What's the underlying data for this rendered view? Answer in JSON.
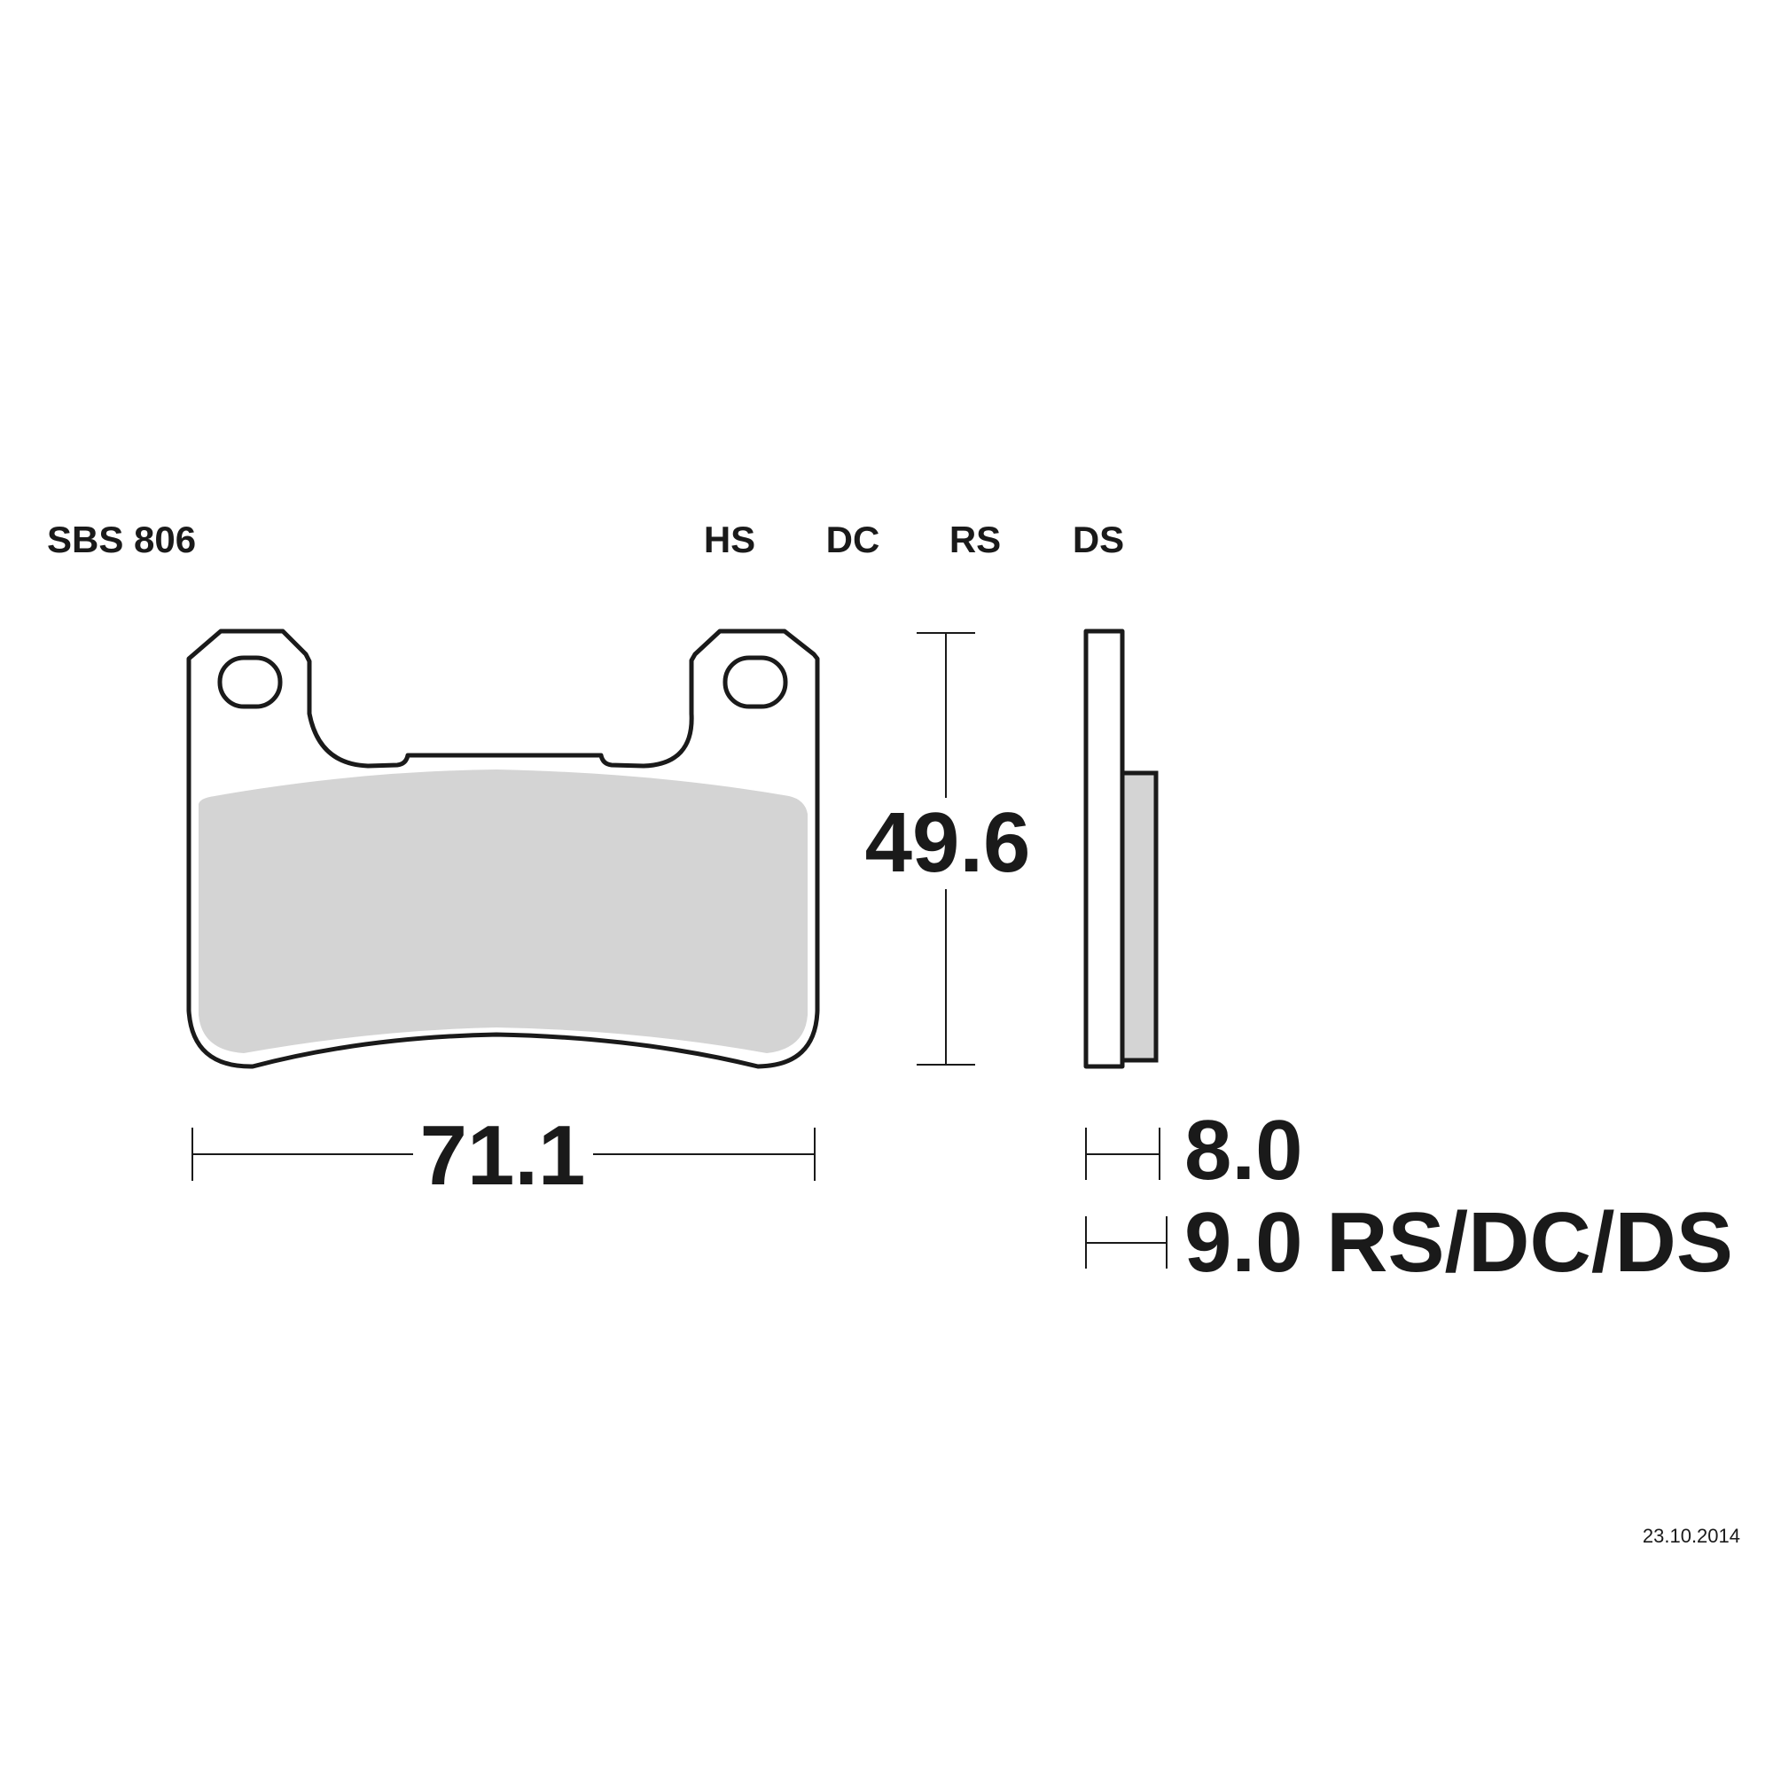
{
  "product": {
    "code": "SBS 806"
  },
  "compounds": [
    "HS",
    "DC",
    "RS",
    "DS"
  ],
  "dimensions": {
    "width": "71.1",
    "height": "49.6",
    "thickness_standard": "8.0",
    "thickness_variants": "9.0 RS/DC/DS"
  },
  "date": "23.10.2014",
  "colors": {
    "outline": "#1a1a1a",
    "friction": "#d4d4d4",
    "background": "#ffffff"
  }
}
